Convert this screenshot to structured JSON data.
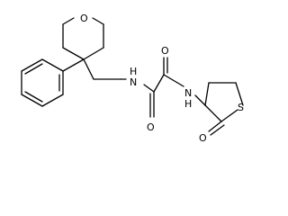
{
  "structure": {
    "atoms": {
      "pyran_o": "O",
      "amine_n1": "N",
      "amine_n2": "N",
      "amide_o1": "O",
      "amide_o2": "O",
      "ring_s": "S",
      "lactone_o": "O"
    }
  }
}
